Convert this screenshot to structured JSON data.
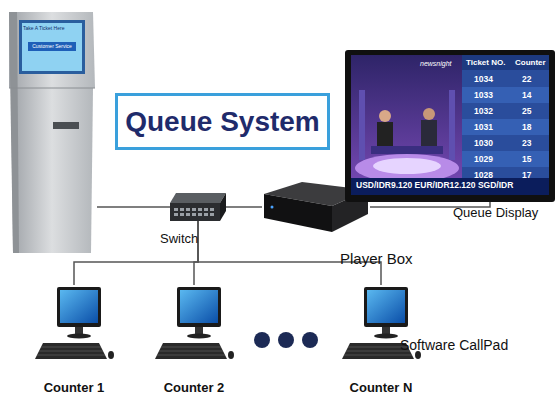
{
  "diagram": {
    "title": "Queue System",
    "nodes": [
      {
        "text": [
          "Take A Ticket Here",
          "Customer Service"
        ]
      },
      {
        "text": [
          "Switch"
        ]
      },
      {
        "text": [
          "Player Box"
        ]
      },
      {
        "text": [
          "Queue Display"
        ]
      },
      {
        "text": [
          "Counter 1"
        ]
      },
      {
        "text": [
          "Counter 2"
        ]
      },
      {
        "text": [
          "Counter N"
        ]
      }
    ],
    "edges": [
      {
        "from": 0,
        "to": 1,
        "arrow": "none"
      },
      {
        "from": 1,
        "to": 2,
        "arrow": "none"
      },
      {
        "from": 2,
        "to": 3,
        "arrow": "none"
      },
      {
        "from": 1,
        "to": 4,
        "arrow": "none"
      },
      {
        "from": 1,
        "to": 5,
        "arrow": "none"
      },
      {
        "from": 1,
        "to": 6,
        "arrow": "none"
      }
    ],
    "labels": [
      "newsnight",
      "Ticket NO.",
      "Counter",
      "1034",
      "22",
      "1033",
      "14",
      "1032",
      "25",
      "1031",
      "18",
      "1030",
      "23",
      "1029",
      "15",
      "1028",
      "17",
      "USD/IDR9.120 EUR/IDR12.120 SGD/IDR",
      "Software CallPad"
    ]
  }
}
